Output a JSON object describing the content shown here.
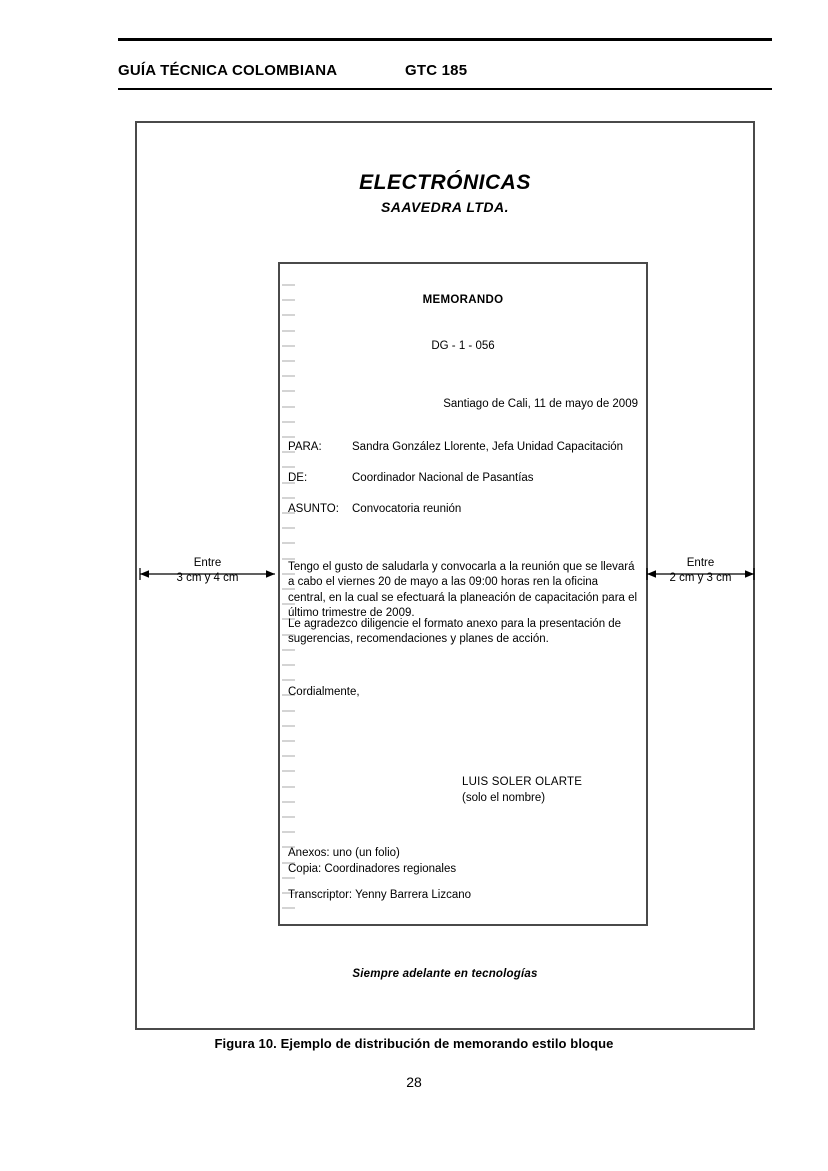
{
  "header": {
    "title": "GUÍA TÉCNICA COLOMBIANA",
    "code": "GTC 185"
  },
  "letterhead": {
    "line1": "ELECTRÓNICAS",
    "line2": "SAAVEDRA  LTDA."
  },
  "memo": {
    "title": "MEMORANDO",
    "code": "DG - 1 - 056",
    "place_and_date": "Santiago de Cali, 11 de mayo de 2009",
    "fields": [
      {
        "label": "PARA:",
        "value": "Sandra González Llorente, Jefa Unidad Capacitación"
      },
      {
        "label": "DE:",
        "value": "Coordinador Nacional de Pasantías"
      },
      {
        "label": "ASUNTO:",
        "value": "Convocatoria reunión"
      }
    ],
    "paragraph_1": "Tengo el gusto de saludarla y convocarla a la reunión que se llevará a cabo el viernes 20 de mayo a las 09:00 horas ren la oficina central, en la cual se efectuará la planeación de capacitación para el último trimestre de 2009.",
    "paragraph_2": "Le agradezco diligencie el formato anexo para la presentación de sugerencias, recomendaciones y planes de acción.",
    "closing": "Cordialmente,",
    "signature_name": "LUIS SOLER OLARTE",
    "signature_note": "(solo el nombre)",
    "annex_line_1": "Anexos: uno (un folio)",
    "annex_line_2": "Copia: Coordinadores regionales",
    "transcriber": "Transcriptor: Yenny Barrera Lizcano"
  },
  "slogan": "Siempre adelante en tecnologías",
  "annotations": {
    "left": {
      "line1": "Entre",
      "line2": "3 cm y 4 cm"
    },
    "right": {
      "line1": "Entre",
      "line2": "2 cm y 3 cm"
    }
  },
  "caption": "Figura 10. Ejemplo de distribución de memorando estilo bloque",
  "page_number": "28",
  "colors": {
    "frame": "#4a4a4a",
    "tick": "#d4d4d4",
    "text": "#000000"
  }
}
